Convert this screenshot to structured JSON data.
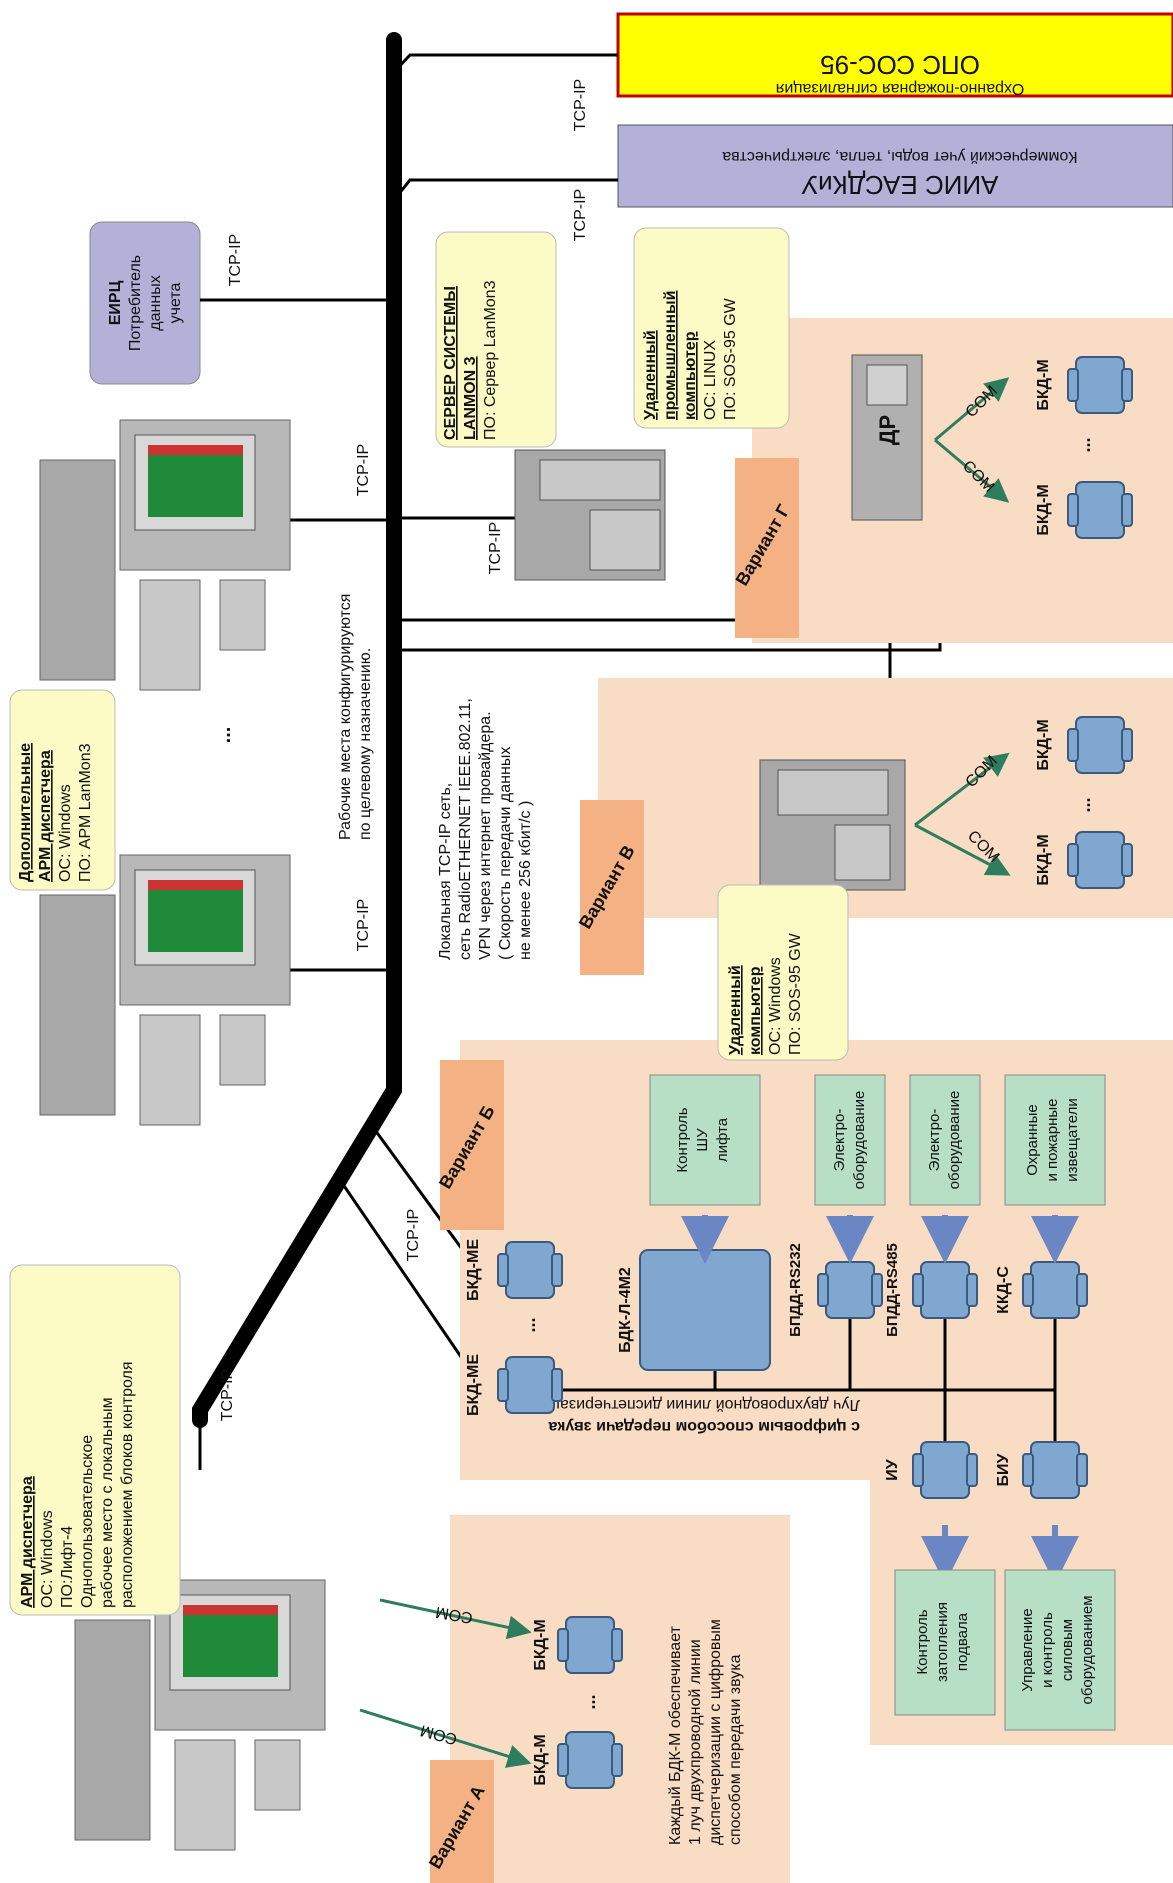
{
  "network": {
    "label_lines": [
      "Локальная TCP-IP сеть,",
      "сеть RadioETHERNET IEEE.802.11,",
      "VPN через интернет провайдера.",
      "( Скорость передачи данных",
      "не менее 256 кбит/с )"
    ],
    "workplaces_note": [
      "Рабочие места конфигурируются",
      "по целевому назначению."
    ],
    "tcp_label": "TCP-IP",
    "com_label": "COM",
    "ellipsis": "..."
  },
  "boxes": {
    "ops": {
      "title": "ОПС СОС-95",
      "subtitle": "Охранно-пожарная сигнализация",
      "color": "#ffff00",
      "border": "#c00000"
    },
    "aiis": {
      "title": "АИИС ЕАСДКиУ",
      "subtitle": "Коммерческий учет воды, тепла, электричества",
      "color": "#b4b0d8"
    },
    "eirc": {
      "lines": [
        "ЕИРЦ",
        "Потребитель",
        "данных",
        "учета"
      ],
      "color": "#b4b0d8"
    }
  },
  "callouts": {
    "server": {
      "lines": [
        "СЕРВЕР СИСТЕМЫ",
        "LANMON 3",
        "ПО: Сервер LanMon3"
      ]
    },
    "remote_industrial": {
      "lines": [
        "Удаленный",
        "промышленный",
        "компьютер",
        "ОС: LINUX",
        "ПО: SOS-95 GW"
      ]
    },
    "remote": {
      "lines": [
        "Удаленный",
        "компьютер",
        "ОС: Windows",
        "ПО: SOS-95 GW"
      ]
    },
    "extra_arm": {
      "lines": [
        "Дополнительные",
        "АРМ диспетчера",
        "ОС: Windows",
        "ПО: АРМ LanMon3"
      ]
    },
    "arm": {
      "lines": [
        "АРМ диспетчера",
        "ОС: Windows",
        "ПО:Лифт-4",
        "Однопользовательское",
        "рабочее место с локальным",
        "расположением блоков контроля"
      ]
    }
  },
  "variants": {
    "a": {
      "label": "Вариант А",
      "note": [
        "Каждый БДК-М обеспечивает",
        "1 луч двухпроводной линии",
        "диспетчеризации с цифровым",
        "способом передачи звука"
      ]
    },
    "b": {
      "label": "Вариант Б",
      "beam": [
        "Луч двухпроводной линии диспетчеризации",
        "с цифровым способом передачи звука"
      ]
    },
    "v": {
      "label": "Вариант В"
    },
    "g": {
      "label": "Вариант Г"
    }
  },
  "devices": {
    "bkd_m": "БКД-М",
    "bkd_me": "БКД-МЕ",
    "bdk_l": "БДК-Л-4М2",
    "bpdd_232": "БПДД-RS232",
    "bpdd_485": "БПДД-RS485",
    "kkd_s": "ККД-С",
    "iu": "ИУ",
    "biu": "БИУ",
    "dr": "ДР"
  },
  "green_boxes": {
    "shu": [
      "Контроль",
      "ШУ",
      "лифта"
    ],
    "elec1": [
      "Электро-",
      "оборудование"
    ],
    "elec2": [
      "Электро-",
      "оборудование"
    ],
    "alarms": [
      "Охранные",
      "и пожарные",
      "извещатели"
    ],
    "flood": [
      "Контроль",
      "затопления",
      "подвала"
    ],
    "power": [
      "Управление",
      "и контроль",
      "силовым",
      "оборудованием"
    ]
  },
  "colors": {
    "peach": "#f9dcc4",
    "orange": "#f4b183",
    "green": "#b6dfc6",
    "callout": "#fdfbc5",
    "device": "#7fa7cf"
  }
}
